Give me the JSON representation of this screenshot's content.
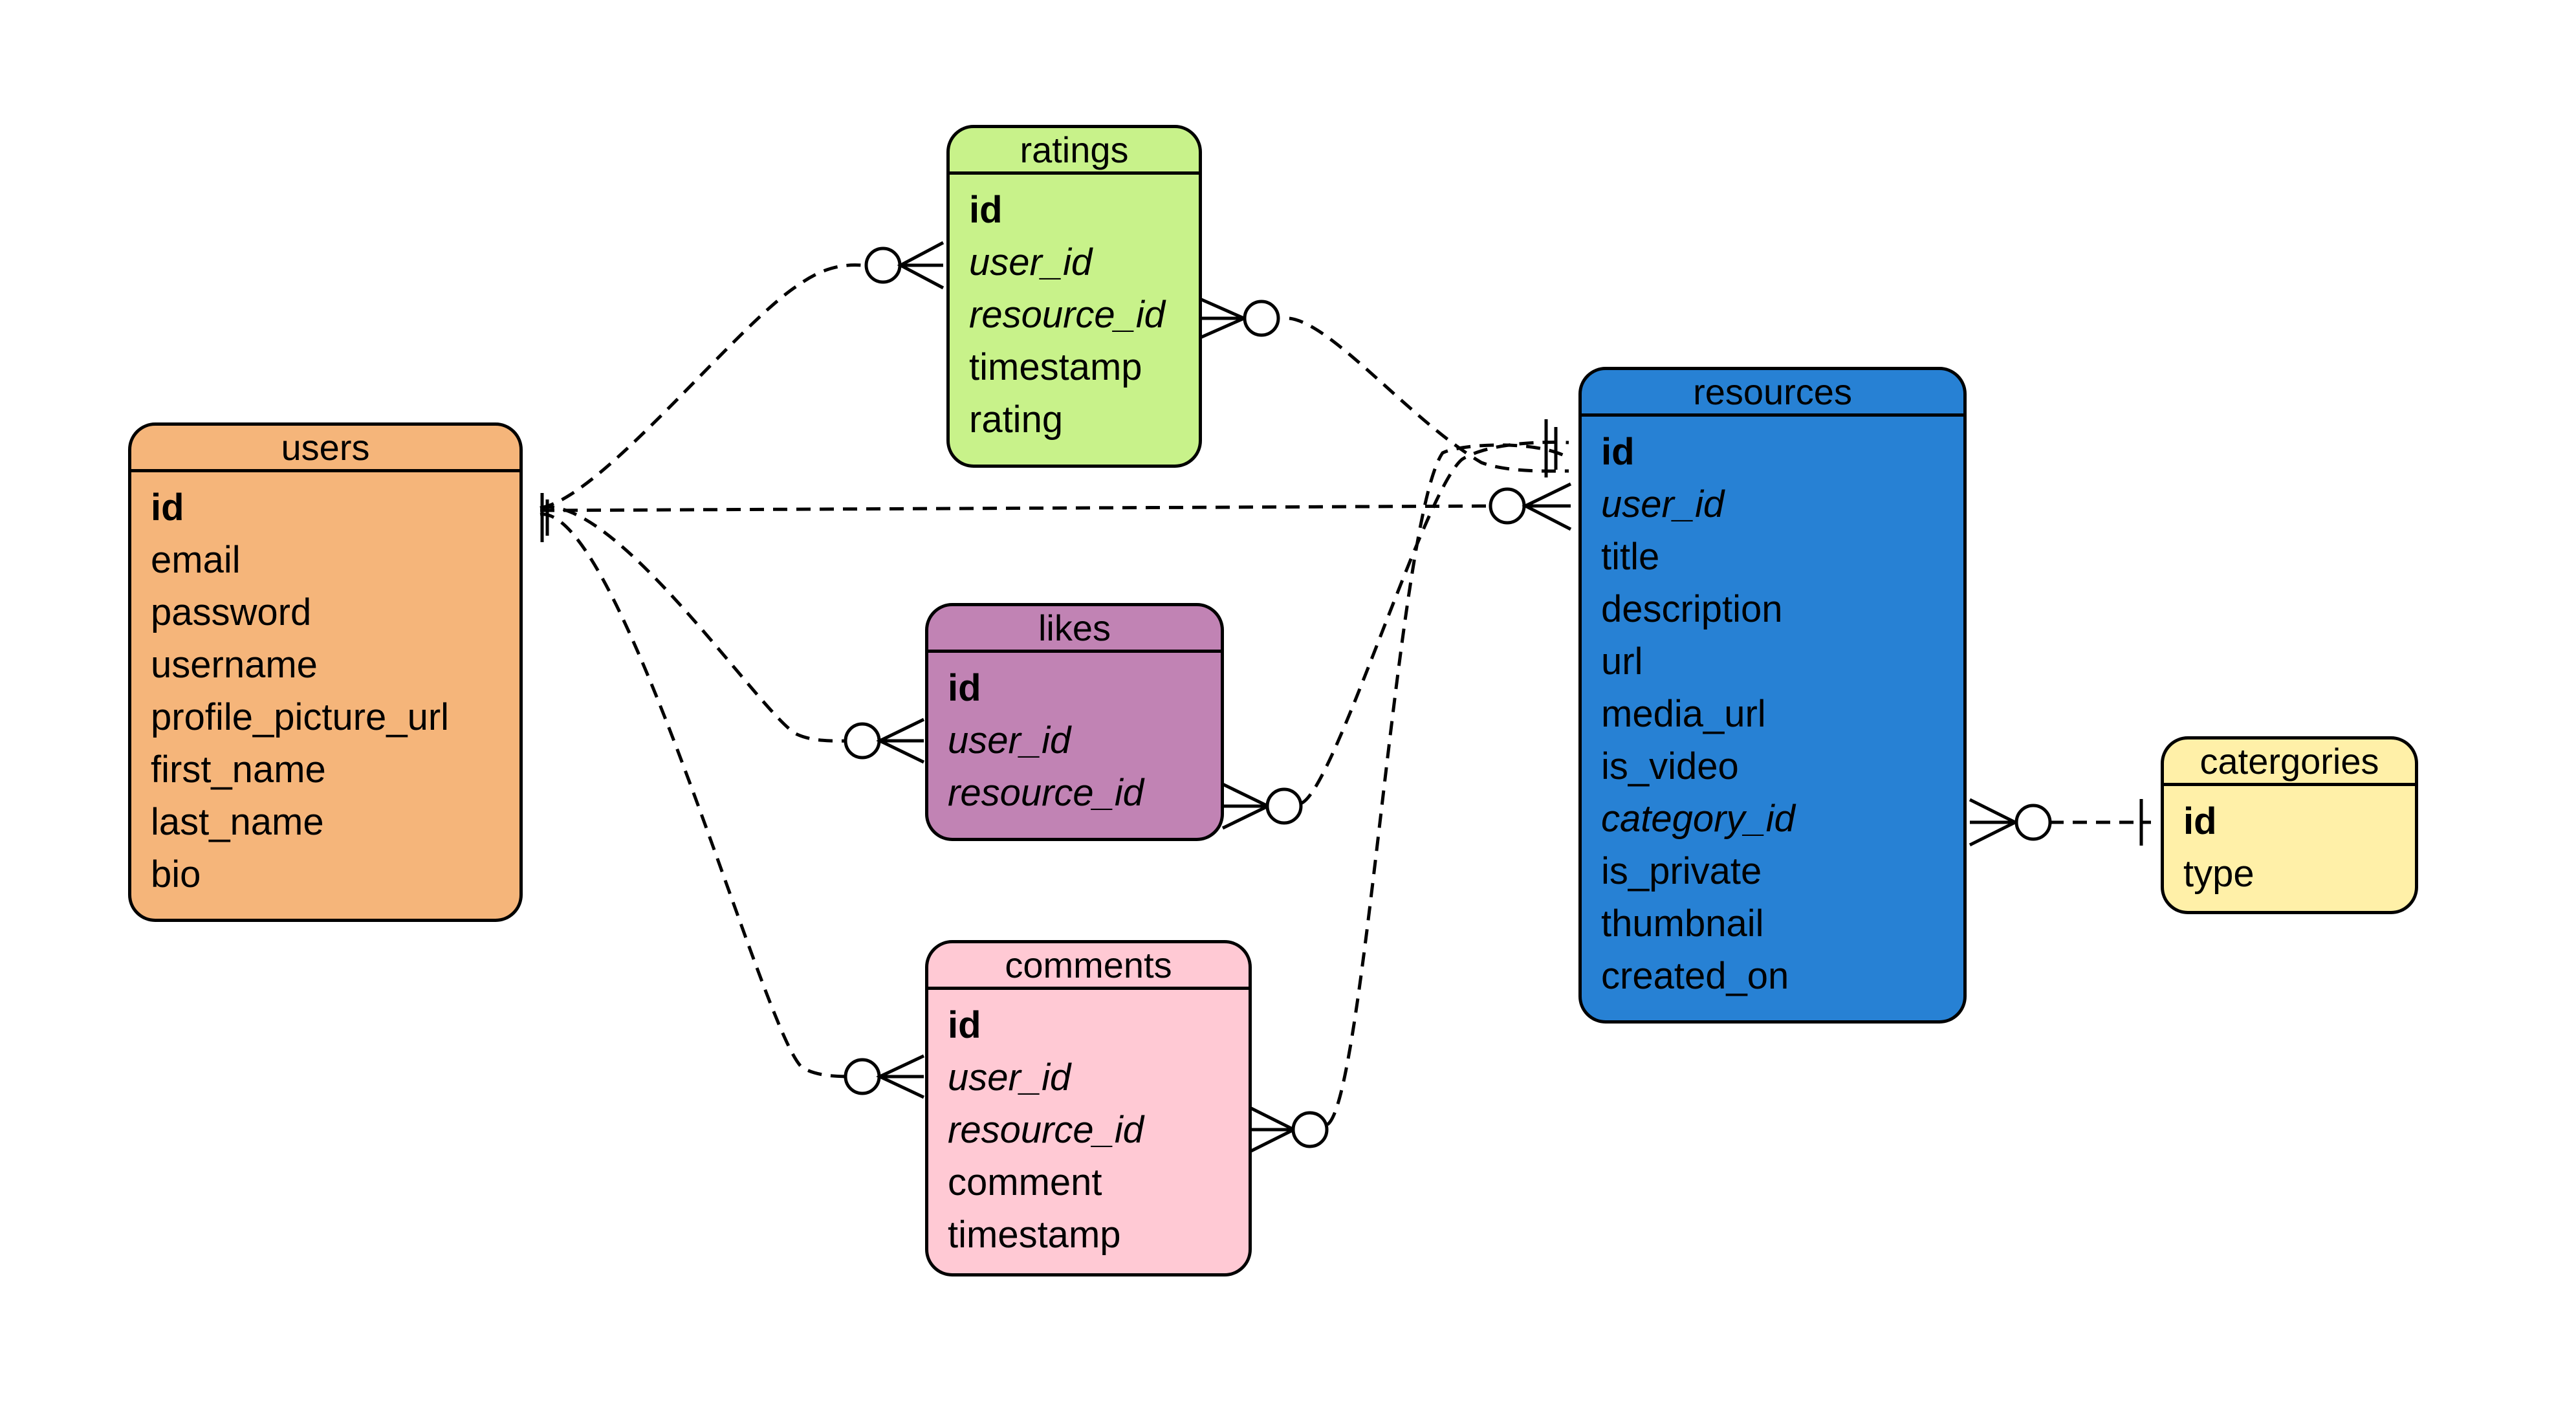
{
  "diagram": {
    "type": "entity-relationship",
    "entities": [
      {
        "id": "users",
        "name": "users",
        "color": "#F5B57A",
        "fields": [
          {
            "name": "id",
            "style": "pk"
          },
          {
            "name": "email",
            "style": "plain"
          },
          {
            "name": "password",
            "style": "plain"
          },
          {
            "name": "username",
            "style": "plain"
          },
          {
            "name": "profile_picture_url",
            "style": "plain"
          },
          {
            "name": "first_name",
            "style": "plain"
          },
          {
            "name": "last_name",
            "style": "plain"
          },
          {
            "name": "bio",
            "style": "plain"
          }
        ]
      },
      {
        "id": "ratings",
        "name": "ratings",
        "color": "#C8F28A",
        "fields": [
          {
            "name": "id",
            "style": "pk"
          },
          {
            "name": "user_id",
            "style": "fk"
          },
          {
            "name": "resource_id",
            "style": "fk"
          },
          {
            "name": "timestamp",
            "style": "plain"
          },
          {
            "name": "rating",
            "style": "plain"
          }
        ]
      },
      {
        "id": "likes",
        "name": "likes",
        "color": "#C183B4",
        "fields": [
          {
            "name": "id",
            "style": "pk"
          },
          {
            "name": "user_id",
            "style": "fk"
          },
          {
            "name": "resource_id",
            "style": "fk"
          }
        ]
      },
      {
        "id": "comments",
        "name": "comments",
        "color": "#FFC9D4",
        "fields": [
          {
            "name": "id",
            "style": "pk"
          },
          {
            "name": "user_id",
            "style": "fk"
          },
          {
            "name": "resource_id",
            "style": "fk"
          },
          {
            "name": "comment",
            "style": "plain"
          },
          {
            "name": "timestamp",
            "style": "plain"
          }
        ]
      },
      {
        "id": "resources",
        "name": "resources",
        "color": "#2781D4",
        "fields": [
          {
            "name": "id",
            "style": "pk"
          },
          {
            "name": "user_id",
            "style": "fk"
          },
          {
            "name": "title",
            "style": "plain"
          },
          {
            "name": "description",
            "style": "plain"
          },
          {
            "name": "url",
            "style": "plain"
          },
          {
            "name": "media_url",
            "style": "plain"
          },
          {
            "name": "is_video",
            "style": "plain"
          },
          {
            "name": "category_id",
            "style": "fk"
          },
          {
            "name": "is_private",
            "style": "plain"
          },
          {
            "name": "thumbnail",
            "style": "plain"
          },
          {
            "name": "created_on",
            "style": "plain"
          }
        ]
      },
      {
        "id": "catergories",
        "name": "catergories",
        "color": "#FFF0A8",
        "fields": [
          {
            "name": "id",
            "style": "pk"
          },
          {
            "name": "type",
            "style": "plain"
          }
        ]
      }
    ],
    "relationships": [
      {
        "from": "users.id",
        "to": "ratings.user_id",
        "from_cardinality": "one",
        "to_cardinality": "zero-or-many"
      },
      {
        "from": "users.id",
        "to": "likes.user_id",
        "from_cardinality": "one",
        "to_cardinality": "zero-or-many"
      },
      {
        "from": "users.id",
        "to": "comments.user_id",
        "from_cardinality": "one",
        "to_cardinality": "zero-or-many"
      },
      {
        "from": "users.id",
        "to": "resources.user_id",
        "from_cardinality": "one",
        "to_cardinality": "zero-or-many"
      },
      {
        "from": "resources.id",
        "to": "ratings.resource_id",
        "from_cardinality": "one",
        "to_cardinality": "zero-or-many"
      },
      {
        "from": "resources.id",
        "to": "likes.resource_id",
        "from_cardinality": "one",
        "to_cardinality": "zero-or-many"
      },
      {
        "from": "resources.id",
        "to": "comments.resource_id",
        "from_cardinality": "one",
        "to_cardinality": "zero-or-many"
      },
      {
        "from": "catergories.id",
        "to": "resources.category_id",
        "from_cardinality": "one",
        "to_cardinality": "zero-or-many"
      }
    ]
  }
}
